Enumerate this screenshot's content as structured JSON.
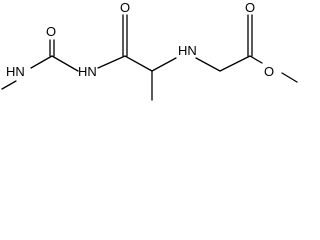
{
  "molecule": {
    "atom_labels": {
      "n_methylamine": "HN",
      "urea_oxygen": "O",
      "n_imide": "HN",
      "amide_oxygen": "O",
      "n_amine": "HN",
      "ester_carbonyl_oxygen": "O",
      "ester_ether_oxygen": "O"
    }
  },
  "colors": {
    "bond": "#000000",
    "text": "#000000",
    "background": "#ffffff"
  }
}
